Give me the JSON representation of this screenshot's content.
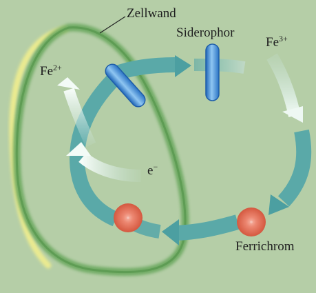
{
  "labels": {
    "cell_wall": "Zellwand",
    "siderophore": "Siderophor",
    "fe3_base": "Fe",
    "fe3_charge": "3+",
    "fe2_base": "Fe",
    "fe2_charge": "2+",
    "electron_base": "e",
    "electron_charge": "−",
    "ferrichrome": "Ferrichrom"
  },
  "colors": {
    "background": "#b5cea7",
    "cycle_arrow": "#5aa9a8",
    "cell_wall": "#6aa65c",
    "cell_wall_highlight": "#f3f08a",
    "siderophore": "#3f8fd8",
    "iron": "#e06b55"
  }
}
